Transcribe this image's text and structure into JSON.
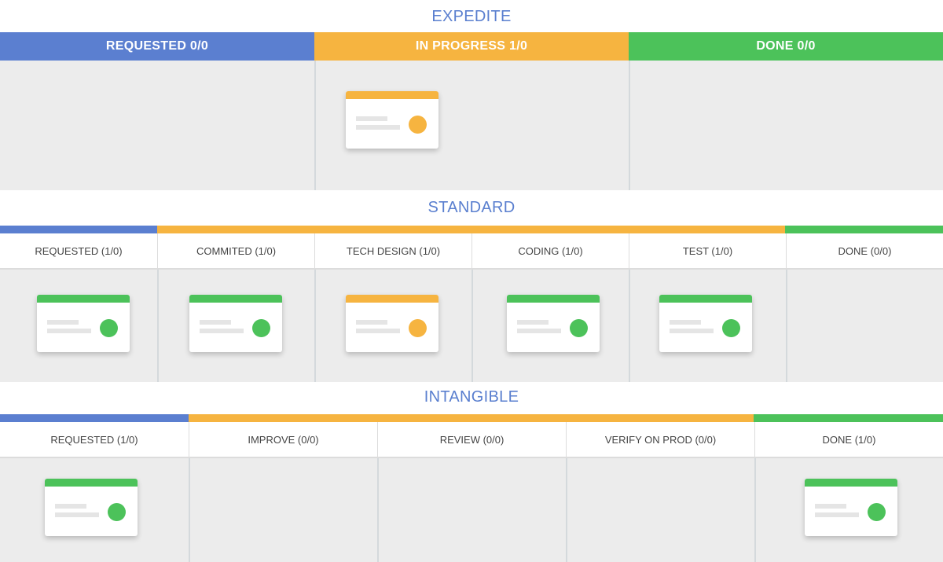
{
  "colors": {
    "blue": "#5b7fd0",
    "orange": "#f6b440",
    "green": "#4cc25a",
    "title": "#5a7fcf"
  },
  "expedite": {
    "title": "EXPEDITE",
    "columns": [
      {
        "label": "REQUESTED 0/0",
        "color": "blue"
      },
      {
        "label": "IN PROGRESS 1/0",
        "color": "orange"
      },
      {
        "label": "DONE 0/0",
        "color": "green"
      }
    ]
  },
  "standard": {
    "title": "STANDARD",
    "columns": [
      {
        "label": "REQUESTED (1/0)"
      },
      {
        "label": "COMMITED (1/0)"
      },
      {
        "label": "TECH DESIGN (1/0)"
      },
      {
        "label": "CODING (1/0)"
      },
      {
        "label": "TEST (1/0)"
      },
      {
        "label": "DONE (0/0)"
      }
    ]
  },
  "intangible": {
    "title": "INTANGIBLE",
    "columns": [
      {
        "label": "REQUESTED (1/0)"
      },
      {
        "label": "IMPROVE (0/0)"
      },
      {
        "label": "REVIEW (0/0)"
      },
      {
        "label": "VERIFY ON PROD (0/0)"
      },
      {
        "label": "DONE (1/0)"
      }
    ]
  }
}
